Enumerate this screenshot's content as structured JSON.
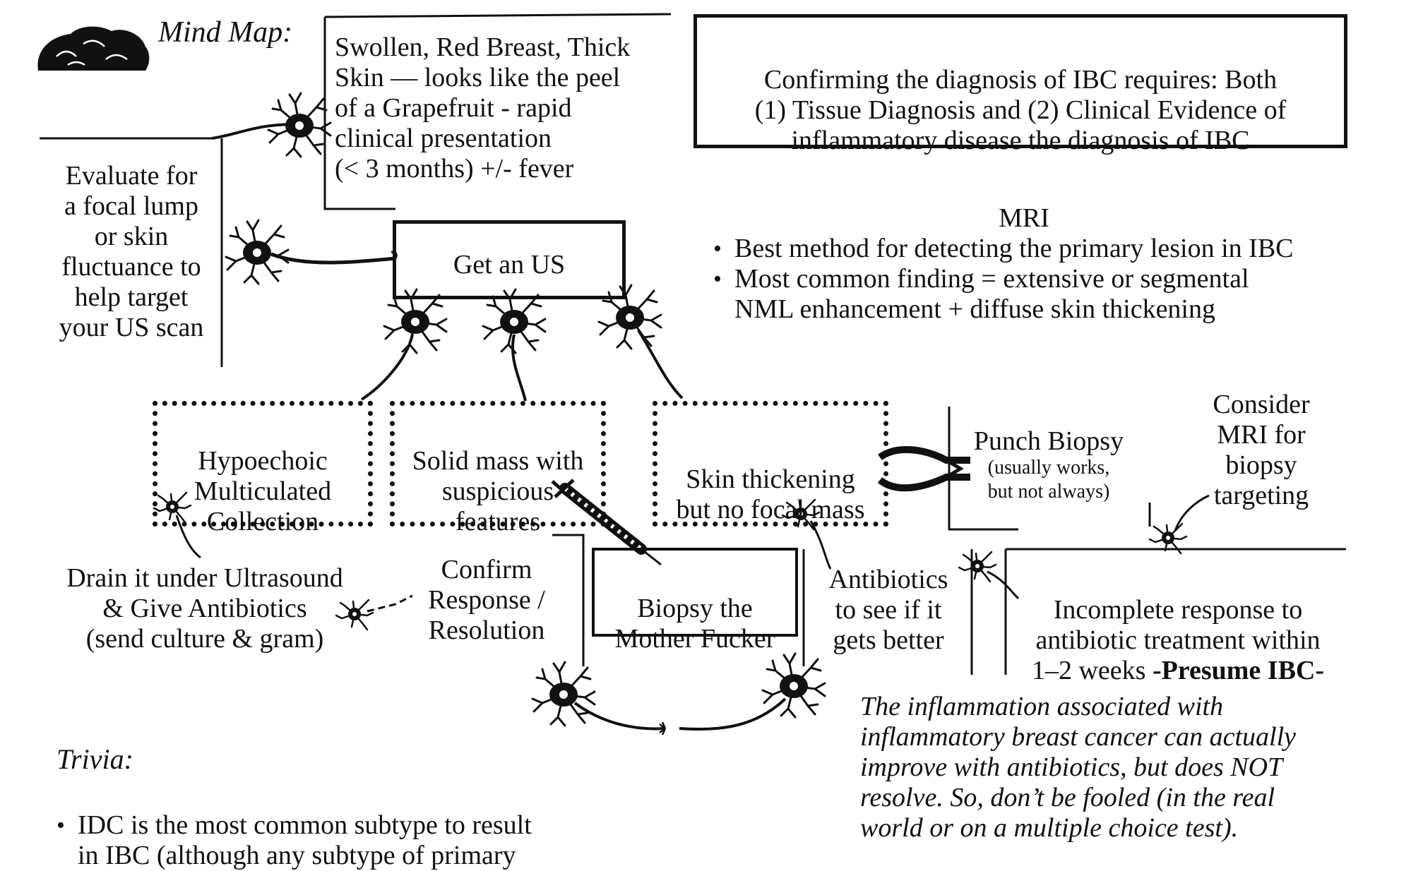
{
  "header": {
    "title": "Mind Map:",
    "brain_icon": "brain-icon"
  },
  "nodes": {
    "presentation": "Swollen, Red Breast, Thick\nSkin — looks like the peel\nof a Grapefruit  - rapid\nclinical presentation\n(< 3 months) +/- fever",
    "confirming": "Confirming the diagnosis of IBC requires: Both\n(1) Tissue Diagnosis and (2) Clinical Evidence of\ninflammatory disease the diagnosis of IBC",
    "evaluate": "Evaluate for\na focal lump\nor skin\nfluctuance to\nhelp target\nyour US scan",
    "get_us": "Get an US",
    "mri_title": "MRI",
    "mri_bullets": [
      "Best method for detecting the primary lesion in IBC",
      "Most common finding = extensive or segmental\nNML enhancement + diffuse skin thickening"
    ],
    "hypoechoic": "Hypoechoic\nMulticulated\nCollection",
    "solid_mass": "Solid mass with\nsuspicious\nfeatures",
    "skin_thickening": "Skin thickening\nbut no focal mass",
    "punch_biopsy": "Punch Biopsy",
    "punch_biopsy_note": "(usually works,\nbut not always)",
    "consider_mri": "Consider\nMRI for\nbiopsy\ntargeting",
    "drain": "Drain it under Ultrasound\n& Give Antibiotics\n(send culture & gram)",
    "confirm_response": "Confirm\nResponse /\nResolution",
    "biopsy": "Biopsy the\nMother Fucker",
    "antibiotics": "Antibiotics\nto see if it\ngets better",
    "incomplete_prefix": "Incomplete response to\nantibiotic treatment within\n1–2 weeks ",
    "incomplete_bold": "-Presume IBC-",
    "inflammation_note": "The inflammation associated with\ninflammatory breast cancer can actually\nimprove with antibiotics, but does NOT\nresolve. So, don’t be fooled (in the real\nworld or on a multiple choice test)."
  },
  "trivia": {
    "title": "Trivia:",
    "items": [
      "IDC is the most common subtype to result\nin IBC (although any subtype of primary"
    ]
  },
  "icons": [
    "neuron-icon",
    "syringe-icon",
    "biopsy-punch-icon",
    "brain-icon"
  ],
  "colors": {
    "ink": "#111111",
    "paper": "#ffffff"
  }
}
